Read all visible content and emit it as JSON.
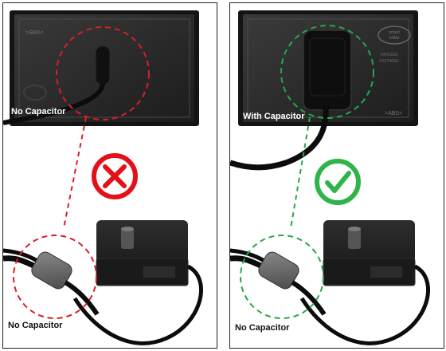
{
  "panels": [
    {
      "id": "left",
      "top_label": "No Capacitor",
      "bottom_label": "No Capacitor",
      "status": "cross",
      "status_color": "#e3101a",
      "circle_color": "#d81f26",
      "panel_marks": {
        "corner_text": ">SRX<"
      }
    },
    {
      "id": "right",
      "top_label": "With Capacitor",
      "bottom_label": "No Capacitor",
      "status": "check",
      "status_color": "#2fb34a",
      "circle_color": "#25a84a",
      "panel_marks": {
        "logo_top": "smart",
        "logo_bottom": "solar",
        "stamp_line1": "PASSED",
        "stamp_line2": "20274050",
        "corner_text": ">ABS<"
      }
    }
  ]
}
